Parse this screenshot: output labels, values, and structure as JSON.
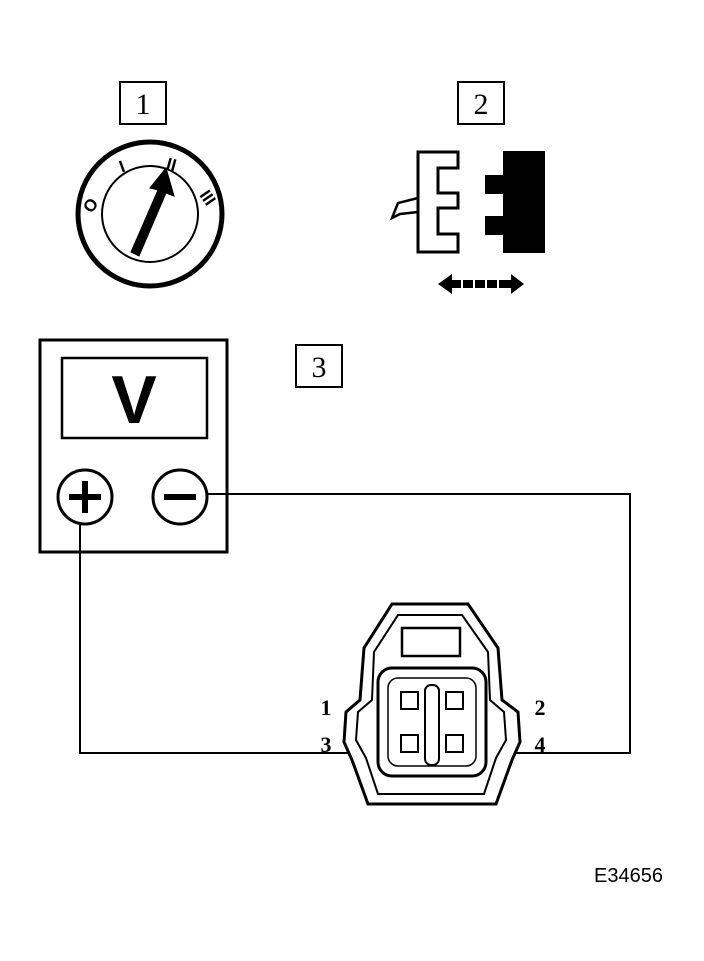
{
  "steps": {
    "ignition": "1",
    "connector": "2",
    "measure": "3"
  },
  "ignition_switch": {
    "positions": [
      "O",
      "I",
      "II",
      "III"
    ]
  },
  "meter": {
    "unit": "V",
    "plus": "+",
    "minus": "−"
  },
  "connector_pins": {
    "p1": "1",
    "p2": "2",
    "p3": "3",
    "p4": "4"
  },
  "figure_id": "E34656"
}
